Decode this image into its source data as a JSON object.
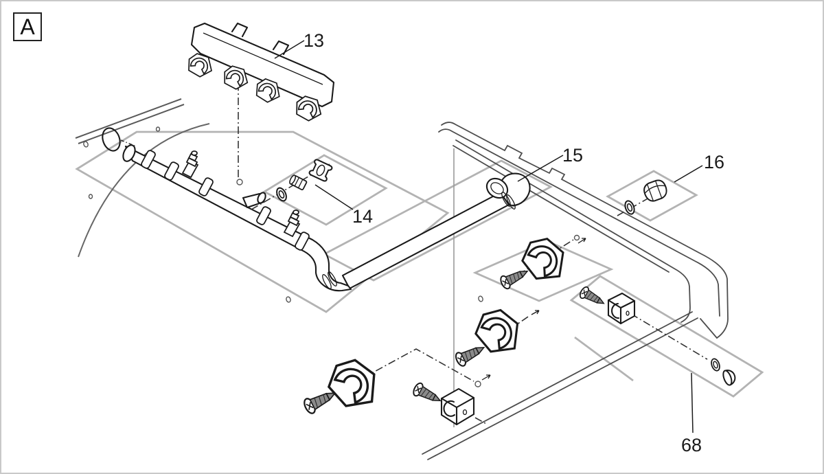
{
  "diagram": {
    "view_label": "A",
    "part_labels": {
      "p13": "13",
      "p14": "14",
      "p15": "15",
      "p16": "16",
      "p68": "68"
    },
    "colors": {
      "background": "#ffffff",
      "page_border": "#c9c9c9",
      "line_art": "#1a1a1a",
      "panel_outline": "#b3b3b3",
      "frame_lines": "#4d4d4d",
      "wall_lines": "#595959",
      "screw_shaft": "#8a8a8a"
    }
  }
}
